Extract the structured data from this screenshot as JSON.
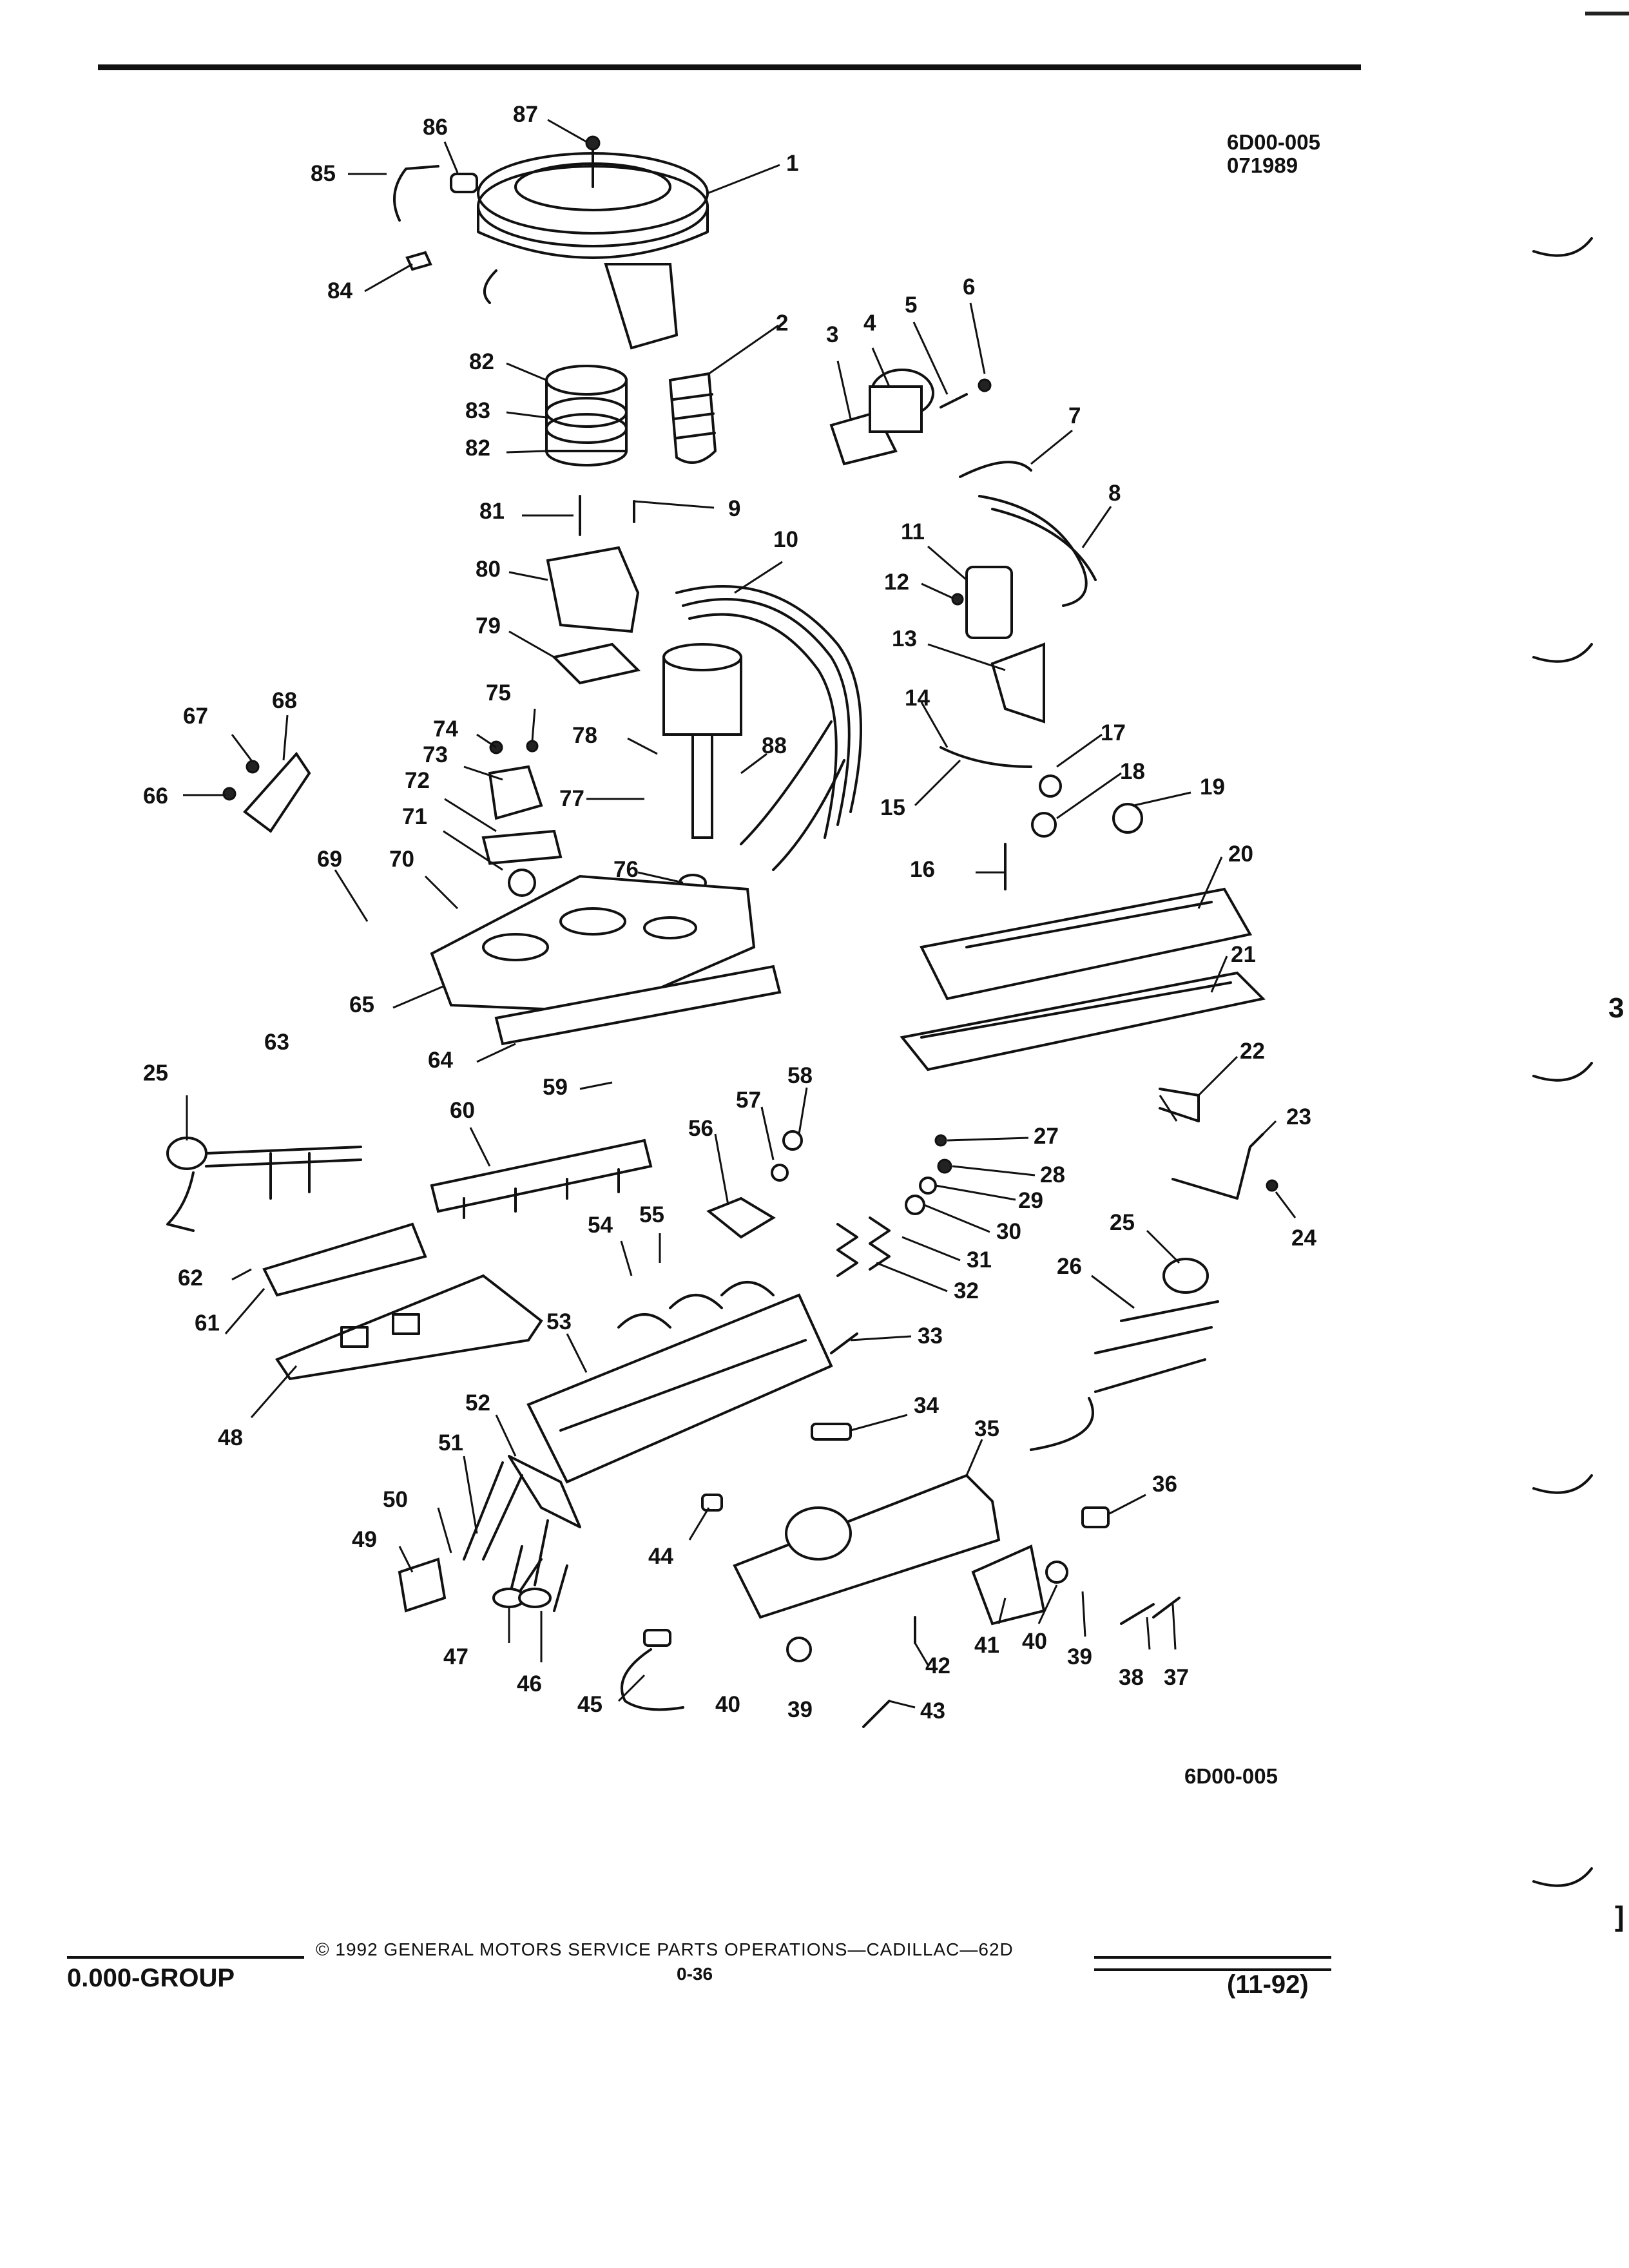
{
  "figure": {
    "code_top": "6D00-005",
    "date_code": "071989",
    "code_bottom": "6D00-005"
  },
  "footer": {
    "group": "0.000-GROUP",
    "copyright": "© 1992 GENERAL MOTORS SERVICE PARTS OPERATIONS—CADILLAC—62D",
    "page_number": "0-36",
    "revision": "(11-92)"
  },
  "margin": {
    "char_1": "3",
    "char_2": "]"
  },
  "callouts": [
    "1",
    "2",
    "3",
    "4",
    "5",
    "6",
    "7",
    "8",
    "9",
    "10",
    "11",
    "12",
    "13",
    "14",
    "15",
    "16",
    "17",
    "18",
    "19",
    "20",
    "21",
    "22",
    "23",
    "24",
    "25",
    "26",
    "27",
    "28",
    "29",
    "30",
    "31",
    "32",
    "33",
    "34",
    "35",
    "36",
    "37",
    "38",
    "39",
    "40",
    "41",
    "42",
    "43",
    "44",
    "45",
    "46",
    "47",
    "48",
    "49",
    "50",
    "51",
    "52",
    "53",
    "54",
    "55",
    "56",
    "57",
    "58",
    "59",
    "60",
    "61",
    "62",
    "63",
    "64",
    "65",
    "66",
    "67",
    "68",
    "69",
    "70",
    "71",
    "72",
    "73",
    "74",
    "75",
    "76",
    "77",
    "78",
    "79",
    "80",
    "81",
    "82",
    "83",
    "84",
    "85",
    "86",
    "87",
    "88",
    "25",
    "39",
    "40",
    "82"
  ]
}
